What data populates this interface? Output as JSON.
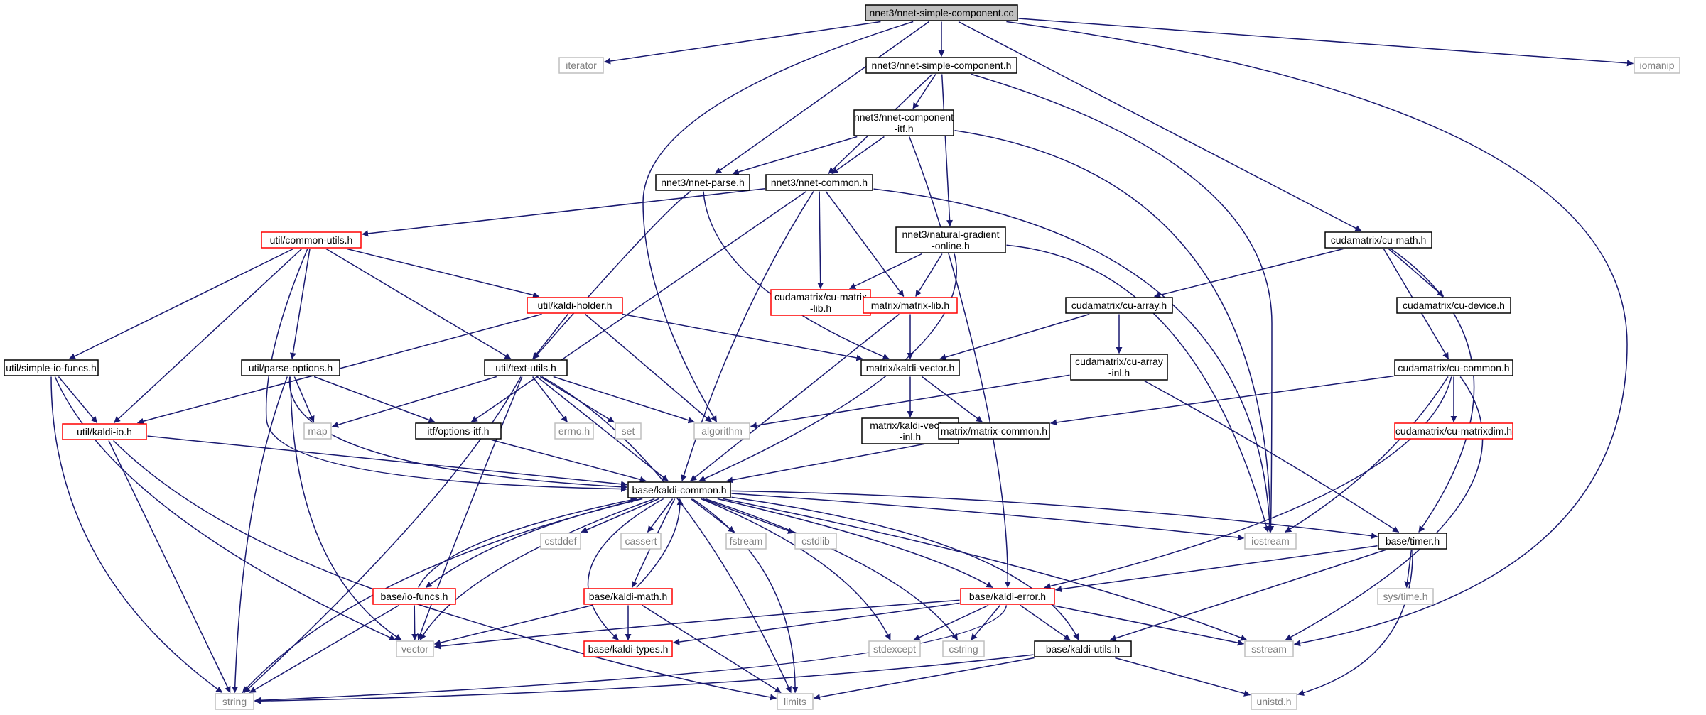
{
  "colors": {
    "edge": "#191970",
    "root_fill": "#bfbfbf",
    "root_border": "#000000",
    "local_border": "#000000",
    "truncated_border": "#ff0000",
    "system_border": "#bfbfbf",
    "system_text": "#7f7f7f"
  },
  "nodes": [
    {
      "id": "nnet-simple-component-cc",
      "label": "nnet3/nnet-simple-component.cc",
      "kind": "root"
    },
    {
      "id": "iterator",
      "label": "iterator",
      "kind": "system"
    },
    {
      "id": "nnet-simple-component-h",
      "label": "nnet3/nnet-simple-component.h",
      "kind": "local"
    },
    {
      "id": "iomanip",
      "label": "iomanip",
      "kind": "system"
    },
    {
      "id": "nnet-component-itf-h",
      "label": [
        "nnet3/nnet-component",
        "-itf.h"
      ],
      "kind": "local"
    },
    {
      "id": "nnet-parse-h",
      "label": "nnet3/nnet-parse.h",
      "kind": "local"
    },
    {
      "id": "nnet-common-h",
      "label": "nnet3/nnet-common.h",
      "kind": "local"
    },
    {
      "id": "natural-gradient-online-h",
      "label": [
        "nnet3/natural-gradient",
        "-online.h"
      ],
      "kind": "local"
    },
    {
      "id": "cu-math-h",
      "label": "cudamatrix/cu-math.h",
      "kind": "local"
    },
    {
      "id": "common-utils-h",
      "label": "util/common-utils.h",
      "kind": "truncated"
    },
    {
      "id": "cu-matrix-lib-h",
      "label": [
        "cudamatrix/cu-matrix",
        "-lib.h"
      ],
      "kind": "truncated"
    },
    {
      "id": "matrix-lib-h",
      "label": "matrix/matrix-lib.h",
      "kind": "truncated"
    },
    {
      "id": "cu-array-h",
      "label": "cudamatrix/cu-array.h",
      "kind": "local"
    },
    {
      "id": "cu-device-h",
      "label": "cudamatrix/cu-device.h",
      "kind": "local"
    },
    {
      "id": "kaldi-holder-h",
      "label": "util/kaldi-holder.h",
      "kind": "truncated"
    },
    {
      "id": "simple-io-funcs-h",
      "label": "util/simple-io-funcs.h",
      "kind": "local"
    },
    {
      "id": "parse-options-h",
      "label": "util/parse-options.h",
      "kind": "local"
    },
    {
      "id": "text-utils-h",
      "label": "util/text-utils.h",
      "kind": "local"
    },
    {
      "id": "kaldi-vector-h",
      "label": "matrix/kaldi-vector.h",
      "kind": "local"
    },
    {
      "id": "cu-array-inl-h",
      "label": [
        "cudamatrix/cu-array",
        "-inl.h"
      ],
      "kind": "local"
    },
    {
      "id": "cu-common-h",
      "label": "cudamatrix/cu-common.h",
      "kind": "local"
    },
    {
      "id": "kaldi-io-h",
      "label": "util/kaldi-io.h",
      "kind": "truncated"
    },
    {
      "id": "map",
      "label": "map",
      "kind": "system"
    },
    {
      "id": "options-itf-h",
      "label": "itf/options-itf.h",
      "kind": "local"
    },
    {
      "id": "errno-h",
      "label": "errno.h",
      "kind": "system"
    },
    {
      "id": "set",
      "label": "set",
      "kind": "system"
    },
    {
      "id": "algorithm",
      "label": "algorithm",
      "kind": "system"
    },
    {
      "id": "kaldi-vector-inl-h",
      "label": [
        "matrix/kaldi-vector",
        "-inl.h"
      ],
      "kind": "local"
    },
    {
      "id": "matrix-common-h",
      "label": "matrix/matrix-common.h",
      "kind": "local"
    },
    {
      "id": "cu-matrixdim-h",
      "label": "cudamatrix/cu-matrixdim.h",
      "kind": "truncated"
    },
    {
      "id": "kaldi-common-h",
      "label": "base/kaldi-common.h",
      "kind": "local"
    },
    {
      "id": "cstddef",
      "label": "cstddef",
      "kind": "system"
    },
    {
      "id": "cassert",
      "label": "cassert",
      "kind": "system"
    },
    {
      "id": "fstream",
      "label": "fstream",
      "kind": "system"
    },
    {
      "id": "cstdlib",
      "label": "cstdlib",
      "kind": "system"
    },
    {
      "id": "iostream",
      "label": "iostream",
      "kind": "system"
    },
    {
      "id": "timer-h",
      "label": "base/timer.h",
      "kind": "local"
    },
    {
      "id": "io-funcs-h",
      "label": "base/io-funcs.h",
      "kind": "truncated"
    },
    {
      "id": "kaldi-math-h",
      "label": "base/kaldi-math.h",
      "kind": "truncated"
    },
    {
      "id": "kaldi-error-h",
      "label": "base/kaldi-error.h",
      "kind": "truncated"
    },
    {
      "id": "sys-time-h",
      "label": "sys/time.h",
      "kind": "system"
    },
    {
      "id": "vector",
      "label": "vector",
      "kind": "system"
    },
    {
      "id": "kaldi-types-h",
      "label": "base/kaldi-types.h",
      "kind": "truncated"
    },
    {
      "id": "stdexcept",
      "label": "stdexcept",
      "kind": "system"
    },
    {
      "id": "cstring",
      "label": "cstring",
      "kind": "system"
    },
    {
      "id": "kaldi-utils-h",
      "label": "base/kaldi-utils.h",
      "kind": "local"
    },
    {
      "id": "sstream",
      "label": "sstream",
      "kind": "system"
    },
    {
      "id": "string",
      "label": "string",
      "kind": "system"
    },
    {
      "id": "limits",
      "label": "limits",
      "kind": "system"
    },
    {
      "id": "unistd-h",
      "label": "unistd.h",
      "kind": "system"
    }
  ],
  "edges": [
    [
      "nnet-simple-component-cc",
      "iterator"
    ],
    [
      "nnet-simple-component-cc",
      "nnet-simple-component-h"
    ],
    [
      "nnet-simple-component-cc",
      "iomanip"
    ],
    [
      "nnet-simple-component-cc",
      "nnet-parse-h"
    ],
    [
      "nnet-simple-component-cc",
      "algorithm"
    ],
    [
      "nnet-simple-component-cc",
      "cu-math-h"
    ],
    [
      "nnet-simple-component-cc",
      "sstream"
    ],
    [
      "nnet-simple-component-h",
      "nnet-component-itf-h"
    ],
    [
      "nnet-simple-component-h",
      "nnet-common-h"
    ],
    [
      "nnet-simple-component-h",
      "natural-gradient-online-h"
    ],
    [
      "nnet-simple-component-h",
      "iostream"
    ],
    [
      "nnet-component-itf-h",
      "nnet-parse-h"
    ],
    [
      "nnet-component-itf-h",
      "nnet-common-h"
    ],
    [
      "nnet-component-itf-h",
      "iostream"
    ],
    [
      "nnet-component-itf-h",
      "kaldi-error-h"
    ],
    [
      "nnet-parse-h",
      "text-utils-h"
    ],
    [
      "nnet-parse-h",
      "kaldi-vector-h"
    ],
    [
      "nnet-common-h",
      "common-utils-h"
    ],
    [
      "nnet-common-h",
      "cu-matrix-lib-h"
    ],
    [
      "nnet-common-h",
      "matrix-lib-h"
    ],
    [
      "nnet-common-h",
      "options-itf-h"
    ],
    [
      "nnet-common-h",
      "kaldi-common-h"
    ],
    [
      "nnet-common-h",
      "iostream"
    ],
    [
      "natural-gradient-online-h",
      "cu-matrix-lib-h"
    ],
    [
      "natural-gradient-online-h",
      "matrix-lib-h"
    ],
    [
      "natural-gradient-online-h",
      "kaldi-common-h"
    ],
    [
      "natural-gradient-online-h",
      "iostream"
    ],
    [
      "cu-math-h",
      "cu-array-h"
    ],
    [
      "cu-math-h",
      "cu-device-h"
    ],
    [
      "cu-math-h",
      "cu-common-h"
    ],
    [
      "cu-math-h",
      "timer-h"
    ],
    [
      "common-utils-h",
      "simple-io-funcs-h"
    ],
    [
      "common-utils-h",
      "kaldi-io-h"
    ],
    [
      "common-utils-h",
      "kaldi-holder-h"
    ],
    [
      "common-utils-h",
      "parse-options-h"
    ],
    [
      "common-utils-h",
      "text-utils-h"
    ],
    [
      "common-utils-h",
      "kaldi-common-h"
    ],
    [
      "matrix-lib-h",
      "kaldi-vector-h"
    ],
    [
      "matrix-lib-h",
      "kaldi-common-h"
    ],
    [
      "cu-array-h",
      "kaldi-vector-h"
    ],
    [
      "cu-array-h",
      "cu-array-inl-h"
    ],
    [
      "kaldi-holder-h",
      "kaldi-io-h"
    ],
    [
      "kaldi-holder-h",
      "text-utils-h"
    ],
    [
      "kaldi-holder-h",
      "algorithm"
    ],
    [
      "kaldi-holder-h",
      "kaldi-vector-h"
    ],
    [
      "simple-io-funcs-h",
      "kaldi-io-h"
    ],
    [
      "simple-io-funcs-h",
      "vector"
    ],
    [
      "simple-io-funcs-h",
      "string"
    ],
    [
      "parse-options-h",
      "map"
    ],
    [
      "parse-options-h",
      "options-itf-h"
    ],
    [
      "parse-options-h",
      "kaldi-common-h"
    ],
    [
      "parse-options-h",
      "vector"
    ],
    [
      "parse-options-h",
      "string"
    ],
    [
      "text-utils-h",
      "map"
    ],
    [
      "text-utils-h",
      "errno-h"
    ],
    [
      "text-utils-h",
      "set"
    ],
    [
      "text-utils-h",
      "algorithm"
    ],
    [
      "text-utils-h",
      "kaldi-common-h"
    ],
    [
      "text-utils-h",
      "vector"
    ],
    [
      "text-utils-h",
      "string"
    ],
    [
      "text-utils-h",
      "limits"
    ],
    [
      "kaldi-vector-h",
      "kaldi-vector-inl-h"
    ],
    [
      "kaldi-vector-h",
      "matrix-common-h"
    ],
    [
      "cu-array-inl-h",
      "algorithm"
    ],
    [
      "cu-array-inl-h",
      "timer-h"
    ],
    [
      "cu-common-h",
      "matrix-common-h"
    ],
    [
      "cu-common-h",
      "cu-matrixdim-h"
    ],
    [
      "cu-common-h",
      "iostream"
    ],
    [
      "cu-common-h",
      "kaldi-error-h"
    ],
    [
      "cu-common-h",
      "sstream"
    ],
    [
      "kaldi-io-h",
      "kaldi-common-h"
    ],
    [
      "kaldi-io-h",
      "string"
    ],
    [
      "kaldi-io-h",
      "limits"
    ],
    [
      "options-itf-h",
      "kaldi-common-h"
    ],
    [
      "matrix-common-h",
      "kaldi-common-h"
    ],
    [
      "kaldi-common-h",
      "cstddef"
    ],
    [
      "kaldi-common-h",
      "cassert"
    ],
    [
      "kaldi-common-h",
      "fstream"
    ],
    [
      "kaldi-common-h",
      "cstdlib"
    ],
    [
      "kaldi-common-h",
      "iostream"
    ],
    [
      "kaldi-common-h",
      "timer-h"
    ],
    [
      "kaldi-common-h",
      "io-funcs-h"
    ],
    [
      "kaldi-common-h",
      "kaldi-math-h"
    ],
    [
      "kaldi-common-h",
      "kaldi-error-h"
    ],
    [
      "kaldi-common-h",
      "kaldi-types-h"
    ],
    [
      "kaldi-common-h",
      "kaldi-utils-h"
    ],
    [
      "kaldi-common-h",
      "vector"
    ],
    [
      "kaldi-common-h",
      "string"
    ],
    [
      "kaldi-common-h",
      "stdexcept"
    ],
    [
      "kaldi-common-h",
      "cstring"
    ],
    [
      "kaldi-common-h",
      "sstream"
    ],
    [
      "kaldi-common-h",
      "limits"
    ],
    [
      "io-funcs-h",
      "kaldi-common-h"
    ],
    [
      "io-funcs-h",
      "vector"
    ],
    [
      "io-funcs-h",
      "string"
    ],
    [
      "kaldi-math-h",
      "kaldi-common-h"
    ],
    [
      "kaldi-math-h",
      "kaldi-types-h"
    ],
    [
      "kaldi-math-h",
      "vector"
    ],
    [
      "kaldi-math-h",
      "limits"
    ],
    [
      "timer-h",
      "kaldi-error-h"
    ],
    [
      "timer-h",
      "sys-time-h"
    ],
    [
      "timer-h",
      "kaldi-utils-h"
    ],
    [
      "timer-h",
      "unistd-h"
    ],
    [
      "kaldi-error-h",
      "vector"
    ],
    [
      "kaldi-error-h",
      "kaldi-types-h"
    ],
    [
      "kaldi-error-h",
      "stdexcept"
    ],
    [
      "kaldi-error-h",
      "cstring"
    ],
    [
      "kaldi-error-h",
      "kaldi-utils-h"
    ],
    [
      "kaldi-error-h",
      "sstream"
    ],
    [
      "kaldi-error-h",
      "string"
    ],
    [
      "kaldi-utils-h",
      "string"
    ],
    [
      "kaldi-utils-h",
      "limits"
    ],
    [
      "kaldi-utils-h",
      "unistd-h"
    ]
  ]
}
